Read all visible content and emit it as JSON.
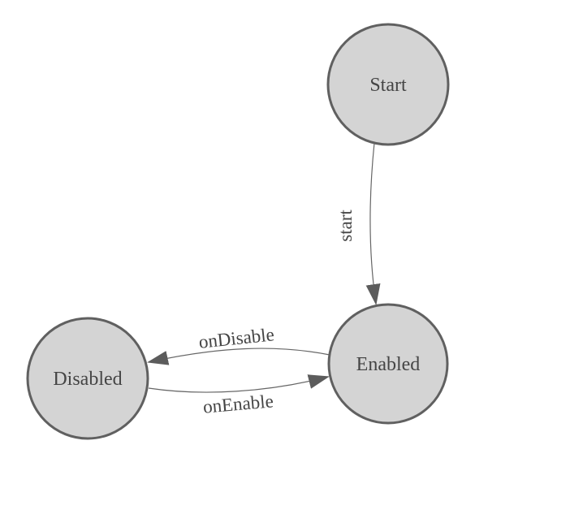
{
  "diagram": {
    "kind": "state-machine",
    "background": "#ffffff",
    "colors": {
      "node_fill": "#d4d4d4",
      "node_stroke": "#606060",
      "edge_stroke": "#666666",
      "arrow_fill": "#5c5c5c",
      "text": "#454545"
    },
    "nodes": [
      {
        "id": "start",
        "label": "Start"
      },
      {
        "id": "enabled",
        "label": "Enabled"
      },
      {
        "id": "disabled",
        "label": "Disabled"
      }
    ],
    "edges": [
      {
        "from": "Start",
        "to": "Enabled",
        "label": "start"
      },
      {
        "from": "Enabled",
        "to": "Disabled",
        "label": "onDisable"
      },
      {
        "from": "Disabled",
        "to": "Enabled",
        "label": "onEnable"
      }
    ]
  }
}
